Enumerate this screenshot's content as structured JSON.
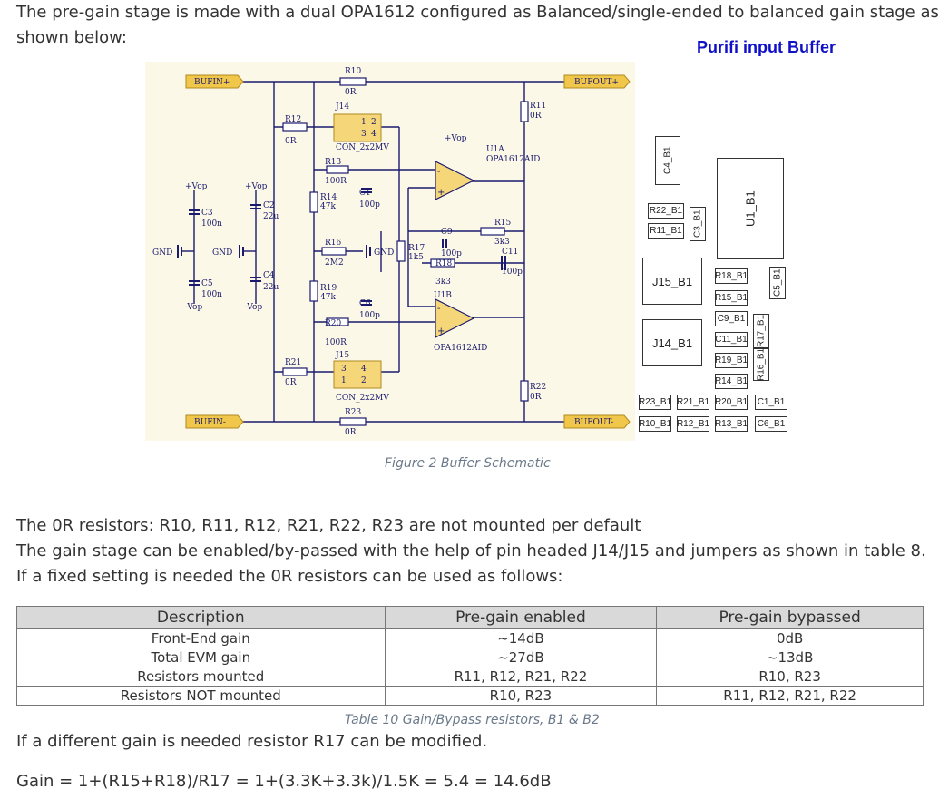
{
  "intro": "The pre-gain stage is made with a dual OPA1612 configured as Balanced/single-ended to balanced gain stage as",
  "intro2": "shown below:",
  "pcb_title": "Purifi input Buffer",
  "figure_caption": "Figure 2 Buffer Schematic",
  "schematic": {
    "bufin_plus": "BUFIN+",
    "bufin_minus": "BUFIN-",
    "bufout_plus": "BUFOUT+",
    "bufout_minus": "BUFOUT-",
    "r10": "R10",
    "r10v": "0R",
    "r11": "R11",
    "r11v": "0R",
    "r12": "R12",
    "r12v": "0R",
    "r13": "R13",
    "r13v": "100R",
    "r14": "R14",
    "r14v": "47k",
    "r15": "R15",
    "r15v": "3k3",
    "r16": "R16",
    "r16v": "2M2",
    "r17": "R17",
    "r17v": "1k5",
    "r18": "R18",
    "r18v": "3k3",
    "r19": "R19",
    "r19v": "47k",
    "r20": "R20",
    "r20v": "100R",
    "r21": "R21",
    "r21v": "0R",
    "r22": "R22",
    "r22v": "0R",
    "r23": "R23",
    "r23v": "0R",
    "c1": "C1",
    "c1v": "100p",
    "c2": "C2",
    "c2v": "22u",
    "c3": "C3",
    "c3v": "100n",
    "c4": "C4",
    "c4v": "22u",
    "c5": "C5",
    "c5v": "100n",
    "c6": "C6",
    "c6v": "100p",
    "c9": "C9",
    "c9v": "100p",
    "c11": "C11",
    "c11v": "100p",
    "j14": "J14",
    "j15": "J15",
    "con": "CON_2x2MV",
    "u1a": "U1A",
    "u1b": "U1B",
    "opa": "OPA1612AID",
    "vop_p": "+Vop",
    "vop_n": "-Vop",
    "gnd": "GND"
  },
  "pcb_parts": [
    "C4_B1",
    "U1_B1",
    "R22_B1",
    "C3_B1",
    "R11_B1",
    "J15_B1",
    "R18_B1",
    "C5_B1",
    "R15_B1",
    "C9_B1",
    "R17_B1",
    "C11_B1",
    "J14_B1",
    "R19_B1",
    "R16_B1",
    "R14_B1",
    "R23_B1",
    "R21_B1",
    "R20_B1",
    "C1_B1",
    "R10_B1",
    "R12_B1",
    "R13_B1",
    "C6_B1"
  ],
  "p1": "The 0R resistors: R10, R11, R12, R21, R22, R23 are not mounted per default",
  "p2": "The gain stage can be enabled/by-passed with the help of pin headed J14/J15 and jumpers as shown in table 8.",
  "p3": "If a fixed setting is needed the 0R resistors can be used as follows:",
  "table": {
    "headers": [
      "Description",
      "Pre-gain enabled",
      "Pre-gain bypassed"
    ],
    "rows": [
      [
        "Front-End gain",
        "~14dB",
        "0dB"
      ],
      [
        "Total EVM gain",
        "~27dB",
        "~13dB"
      ],
      [
        "Resistors mounted",
        "R11, R12, R21, R22",
        "R10, R23"
      ],
      [
        "Resistors NOT mounted",
        "R10, R23",
        "R11, R12, R21, R22"
      ]
    ]
  },
  "table_caption": "Table 10 Gain/Bypass resistors, B1 & B2",
  "p4": "If a different gain is needed resistor R17 can be modified.",
  "formula": "Gain = 1+(R15+R18)/R17 = 1+(3.3K+3.3k)/1.5K = 5.4 = 14.6dB",
  "colors": {
    "net_label": "#f0c74a",
    "connector": "#f5d77a",
    "pcb_title": "#1010c8",
    "header_bg": "#d9d9d9"
  }
}
